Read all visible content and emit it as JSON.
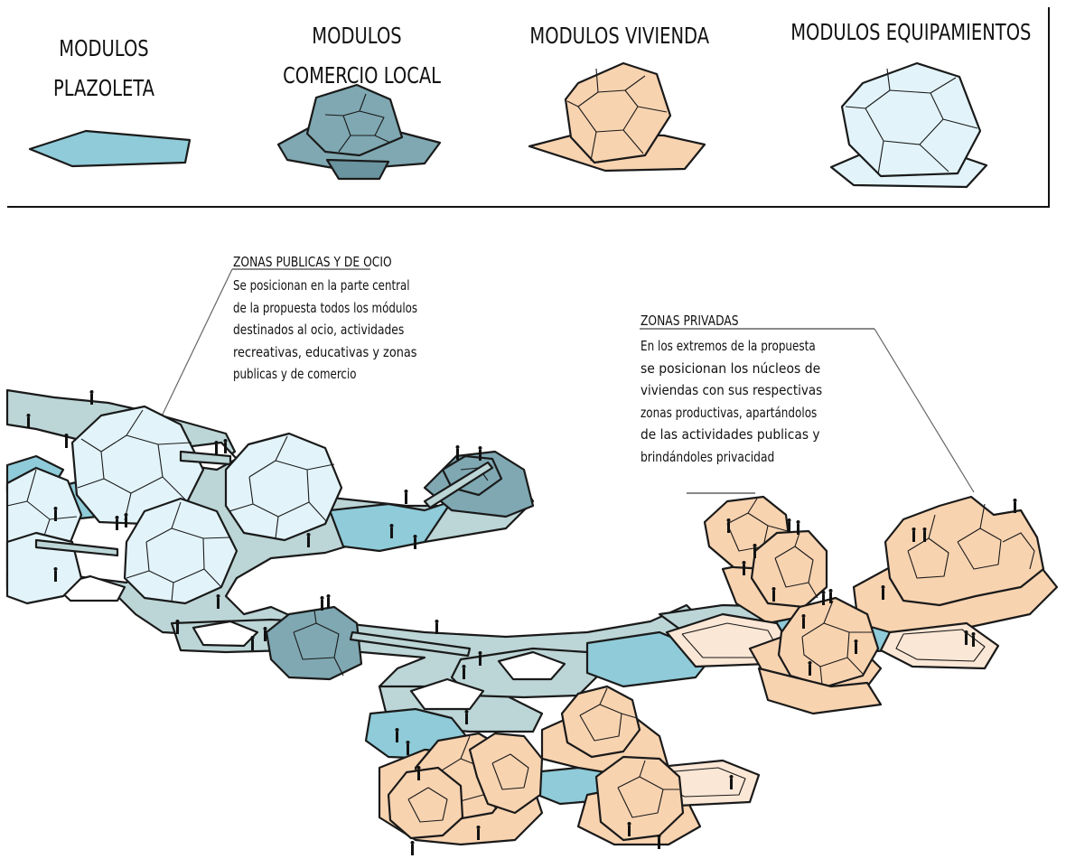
{
  "legend": {
    "items": [
      {
        "id": "plazoleta",
        "label_lines": [
          "MODULOS",
          "PLAZOLETA"
        ],
        "color": "#8fcbd8"
      },
      {
        "id": "comercio",
        "label_lines": [
          "MODULOS",
          "COMERCIO LOCAL"
        ],
        "color": "#7fa8b2"
      },
      {
        "id": "vivienda",
        "label_lines": [
          "MODULOS VIVIENDA"
        ],
        "color": "#f8d3b0"
      },
      {
        "id": "equipamientos",
        "label_lines": [
          "MODULOS EQUIPAMIENTOS"
        ],
        "color": "#e2f4fa"
      }
    ]
  },
  "annotations": {
    "publicas": {
      "title": "ZONAS PUBLICAS Y DE OCIO",
      "lines": [
        "Se posicionan en la parte central",
        "de la propuesta todos los módulos",
        "destinados al ocio, actividades",
        "recreativas, educativas y zonas",
        "publicas y de comercio"
      ]
    },
    "privadas": {
      "title": "ZONAS PRIVADAS",
      "lines": [
        "En los extremos de la propuesta",
        "se posicionan los núcleos de",
        "viviendas con sus respectivas",
        "zonas productivas, apartándolos",
        "de las actividades publicas y",
        "brindándoles privacidad"
      ]
    }
  },
  "colors": {
    "plaza": "#8fcbd8",
    "walkway": "#bcd5d6",
    "commerce": "#7fa8b2",
    "housing": "#f8d3b0",
    "housing_plaza": "#fbe7d5",
    "equipment": "#e2f4fa",
    "outline": "#1a1a1a"
  }
}
